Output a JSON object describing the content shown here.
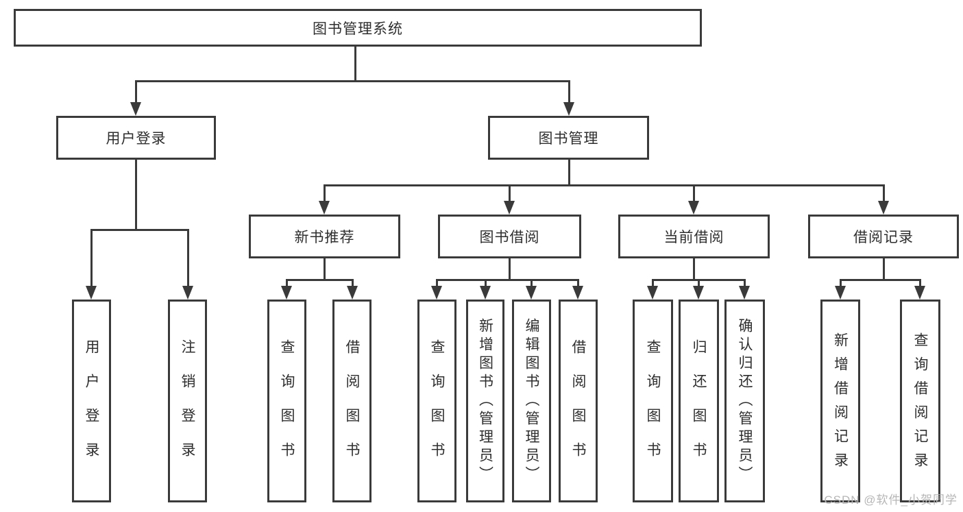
{
  "diagram": {
    "title": "图书管理系统",
    "level2": [
      {
        "label": "用户登录",
        "children": [
          "用户登录",
          "注销登录"
        ]
      },
      {
        "label": "图书管理"
      }
    ],
    "level3": [
      {
        "label": "新书推荐",
        "children": [
          "查询图书",
          "借阅图书"
        ]
      },
      {
        "label": "图书借阅",
        "children": [
          "查询图书",
          "新增图书（管理员）",
          "编辑图书（管理员）",
          "借阅图书"
        ]
      },
      {
        "label": "当前借阅",
        "children": [
          "查询图书",
          "归还图书",
          "确认归还（管理员）"
        ]
      },
      {
        "label": "借阅记录",
        "children": [
          "新增借阅记录",
          "查询借阅记录"
        ]
      }
    ]
  },
  "watermark": {
    "text": "CSDN @软件_小贺同学"
  },
  "colors": {
    "line": "#3a3a3a",
    "text": "#2e2e2e",
    "watermark": "#b6b6b6",
    "background": "#ffffff"
  }
}
